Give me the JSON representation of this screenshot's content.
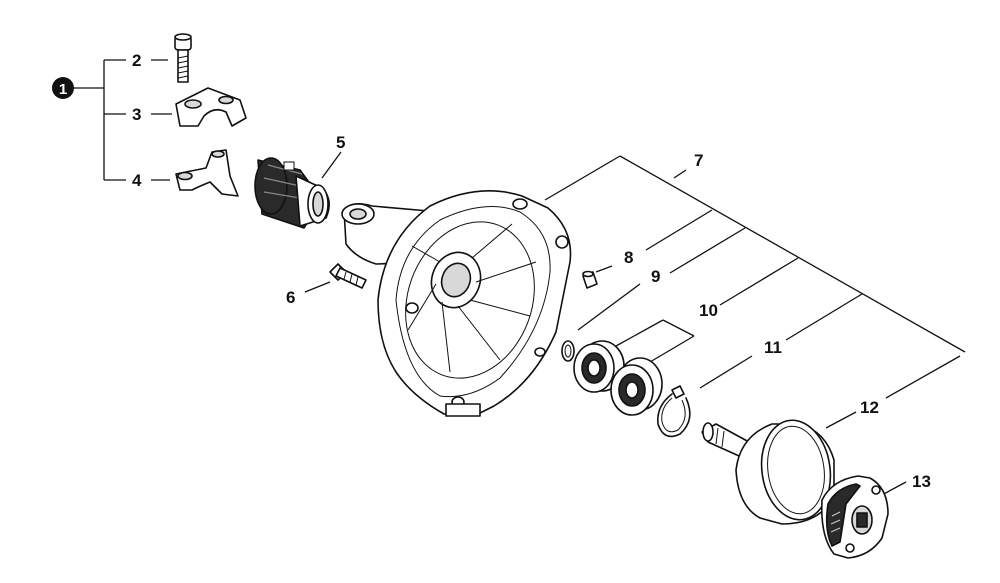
{
  "diagram": {
    "callout_main": "1",
    "labels": {
      "p2": "2",
      "p3": "3",
      "p4": "4",
      "p5": "5",
      "p6": "6",
      "p7": "7",
      "p8": "8",
      "p9": "9",
      "p10": "10",
      "p11": "11",
      "p12": "12",
      "p13": "13"
    },
    "colors": {
      "ink": "#111111",
      "part_fill": "#ffffff",
      "shade": "#d8d8d8",
      "dark": "#2a2a2a"
    }
  }
}
